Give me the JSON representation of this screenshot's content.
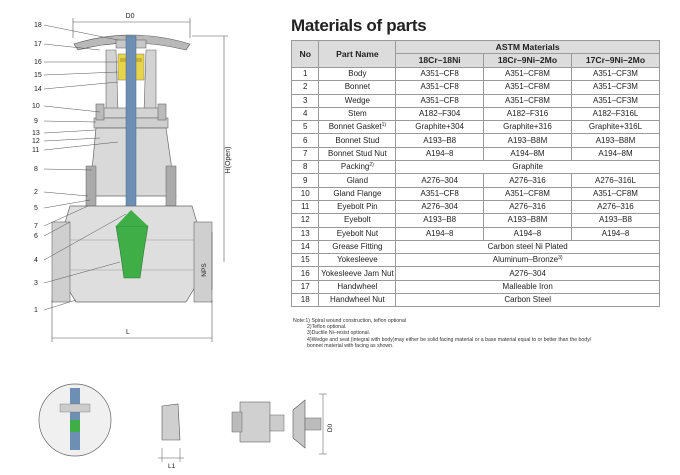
{
  "title": "Materials of parts",
  "table": {
    "headers": {
      "no": "No",
      "part_name": "Part Name",
      "group": "ASTM Materials",
      "col1": "18Cr–18Ni",
      "col2": "18Cr–9Ni–2Mo",
      "col3": "17Cr–9Ni–2Mo"
    },
    "rows": [
      {
        "no": "1",
        "name": "Body",
        "sup": "",
        "c1": "A351–CF8",
        "c2": "A351–CF8M",
        "c3": "A351–CF3M",
        "span": false
      },
      {
        "no": "2",
        "name": "Bonnet",
        "sup": "",
        "c1": "A351–CF8",
        "c2": "A351–CF8M",
        "c3": "A351–CF3M",
        "span": false
      },
      {
        "no": "3",
        "name": "Wedge",
        "sup": "",
        "c1": "A351–CF8",
        "c2": "A351–CF8M",
        "c3": "A351–CF3M",
        "span": false
      },
      {
        "no": "4",
        "name": "Stem",
        "sup": "",
        "c1": "A182–F304",
        "c2": "A182–F316",
        "c3": "A182–F316L",
        "span": false
      },
      {
        "no": "5",
        "name": "Bonnet Gasket",
        "sup": "1)",
        "c1": "Graphite+304",
        "c2": "Graphite+316",
        "c3": "Graphite+316L",
        "span": false
      },
      {
        "no": "6",
        "name": "Bonnet Stud",
        "sup": "",
        "c1": "A193–B8",
        "c2": "A193–B8M",
        "c3": "A193–B8M",
        "span": false
      },
      {
        "no": "7",
        "name": "Bonnet Stud Nut",
        "sup": "",
        "c1": "A194–8",
        "c2": "A194–8M",
        "c3": "A194–8M",
        "span": false
      },
      {
        "no": "8",
        "name": "Packing",
        "sup": "2)",
        "c1": "Graphite",
        "sup2": "",
        "span": true
      },
      {
        "no": "9",
        "name": "Gland",
        "sup": "",
        "c1": "A276–304",
        "c2": "A276–316",
        "c3": "A276–316L",
        "span": false
      },
      {
        "no": "10",
        "name": "Gland Flange",
        "sup": "",
        "c1": "A351–CF8",
        "c2": "A351–CF8M",
        "c3": "A351–CF8M",
        "span": false
      },
      {
        "no": "11",
        "name": "Eyebolt Pin",
        "sup": "",
        "c1": "A276–304",
        "c2": "A276–316",
        "c3": "A276–316",
        "span": false
      },
      {
        "no": "12",
        "name": "Eyebolt",
        "sup": "",
        "c1": "A193–B8",
        "c2": "A193–B8M",
        "c3": "A193–B8",
        "span": false
      },
      {
        "no": "13",
        "name": "Eyebolt Nut",
        "sup": "",
        "c1": "A194–8",
        "c2": "A194–8",
        "c3": "A194–8",
        "span": false
      },
      {
        "no": "14",
        "name": "Grease Fitting",
        "sup": "",
        "c1": "Carbon steel Ni Plated",
        "sup2": "",
        "span": true
      },
      {
        "no": "15",
        "name": "Yokesleeve",
        "sup": "",
        "c1": "Aluminum–Bronze",
        "sup2": "3)",
        "span": true
      },
      {
        "no": "16",
        "name": "Yokesleeve Jam Nut",
        "sup": "",
        "c1": "A276–304",
        "sup2": "",
        "span": true
      },
      {
        "no": "17",
        "name": "Handwheel",
        "sup": "",
        "c1": "Malleable Iron",
        "sup2": "",
        "span": true
      },
      {
        "no": "18",
        "name": "Handwheel Nut",
        "sup": "",
        "c1": "Carbon Steel",
        "sup2": "",
        "span": true
      }
    ]
  },
  "notes": [
    "Note:1) Spiral wound construction, teflon optional",
    "2)Teflon optional.",
    "3)Ductile Ni–resist optional.",
    "4)Wedge and seat (integral with body)may either be solid facing material or a base material equal to or better than the body/",
    "bonnet material with facing as shown."
  ],
  "drawing": {
    "callouts": [
      "18",
      "17",
      "16",
      "15",
      "14",
      "10",
      "9",
      "13",
      "12",
      "11",
      "8",
      "2",
      "5",
      "7",
      "6",
      "4",
      "3",
      "1"
    ],
    "dim_top": "D0",
    "dim_height": "H(Open)",
    "dim_nps": "NPS",
    "dim_len": "L",
    "dim_l1": "L1",
    "dim_d0_small": "D0"
  }
}
